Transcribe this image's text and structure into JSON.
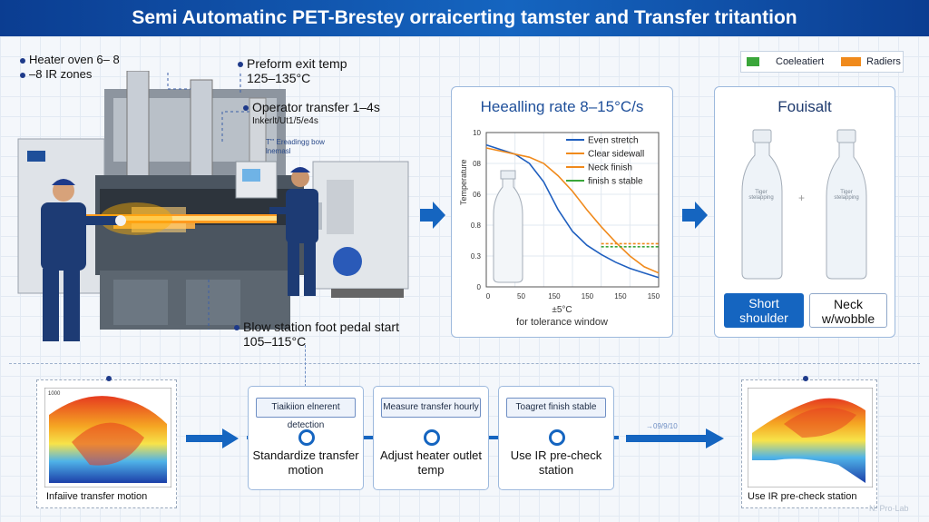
{
  "title": "Semi Automatinc PET-Brestey orraicerting tamster and Transfer tritantion",
  "callouts": {
    "heater_line1": "Heater oven 6– 8",
    "heater_line2": "–8 IR zones",
    "preform_line1": "Preform exit temp",
    "preform_line2": "125–135°C",
    "operator_line1": "Operator transfer 1–4s",
    "operator_line2": "Inkerlt/Ut1/5/e4s",
    "blow_line1": "Blow station foot pedal start",
    "blow_line2": "105–115°C",
    "machine_note1": "T\"' Ereadingg bow",
    "machine_note2": "lnemasl"
  },
  "legend": {
    "items": [
      {
        "label": "Coeleatiert",
        "color": "#3aa63a"
      },
      {
        "label": "Radiers",
        "color": "#f08a1c"
      }
    ]
  },
  "chart_panel": {
    "title": "Heealling rate 8–15°C/s",
    "ylabel": "Temperature",
    "xnote1": "±5°C",
    "xnote2": "for tolerance window"
  },
  "chart_data": {
    "type": "line",
    "title": "Heealling rate 8–15°C/s",
    "ylabel": "Temperature",
    "xlabel": "",
    "x_ticks": [
      "0",
      "50",
      "150",
      "150",
      "150",
      "150"
    ],
    "y_ticks": [
      "10",
      "08",
      "06",
      "0.8",
      "0.3",
      "0"
    ],
    "ylim": [
      0,
      10
    ],
    "series": [
      {
        "name": "Even stretch",
        "color": "#1f5fbf",
        "x": [
          0,
          20,
          40,
          60,
          80,
          100,
          120,
          140,
          160,
          180,
          200,
          220,
          240
        ],
        "y": [
          9.2,
          8.9,
          8.6,
          8.0,
          6.8,
          5.0,
          3.6,
          2.7,
          2.1,
          1.6,
          1.2,
          0.9,
          0.6
        ]
      },
      {
        "name": "Clear sidewall",
        "color": "#f08a1c",
        "x": [
          0,
          20,
          40,
          60,
          80,
          100,
          120,
          140,
          160,
          180,
          200,
          220,
          240
        ],
        "y": [
          9.0,
          8.8,
          8.6,
          8.4,
          8.0,
          7.2,
          6.2,
          5.0,
          3.9,
          2.9,
          2.0,
          1.3,
          0.9
        ]
      },
      {
        "name": "Neck finish",
        "color": "#f08a1c",
        "x": [
          160,
          240
        ],
        "y": [
          2.8,
          2.8
        ]
      },
      {
        "name": "finish s stable",
        "color": "#3aa63a",
        "x": [
          160,
          240
        ],
        "y": [
          2.6,
          2.6
        ]
      }
    ],
    "grid": true,
    "legend_position": "top-right"
  },
  "result_panel": {
    "title": "Fouisalt",
    "bottle_label1": "Tiger",
    "bottle_label1b": "stelapping",
    "bottle_label2": "Tiger",
    "bottle_label2b": "stelapping",
    "plus": "+",
    "short_shoulder": "Short shoulder",
    "neck_wobble": "Neck w/wobble"
  },
  "bottom": {
    "left_caption": "Infaiive transfer motion",
    "right_caption": "Use IR pre-check station",
    "right_arrow_note": "→09/9/10",
    "steps": [
      {
        "chip": "Tiaikiion elnerent detection",
        "label": "Standardize transfer motion"
      },
      {
        "chip": "Measure transfer hourly",
        "label": "Adjust heater outlet temp"
      },
      {
        "chip": "Toagret finish stable",
        "label": "Use IR pre-check station"
      }
    ],
    "heat_scale_top": "1000",
    "watermark": "N: Pro·Lab"
  }
}
